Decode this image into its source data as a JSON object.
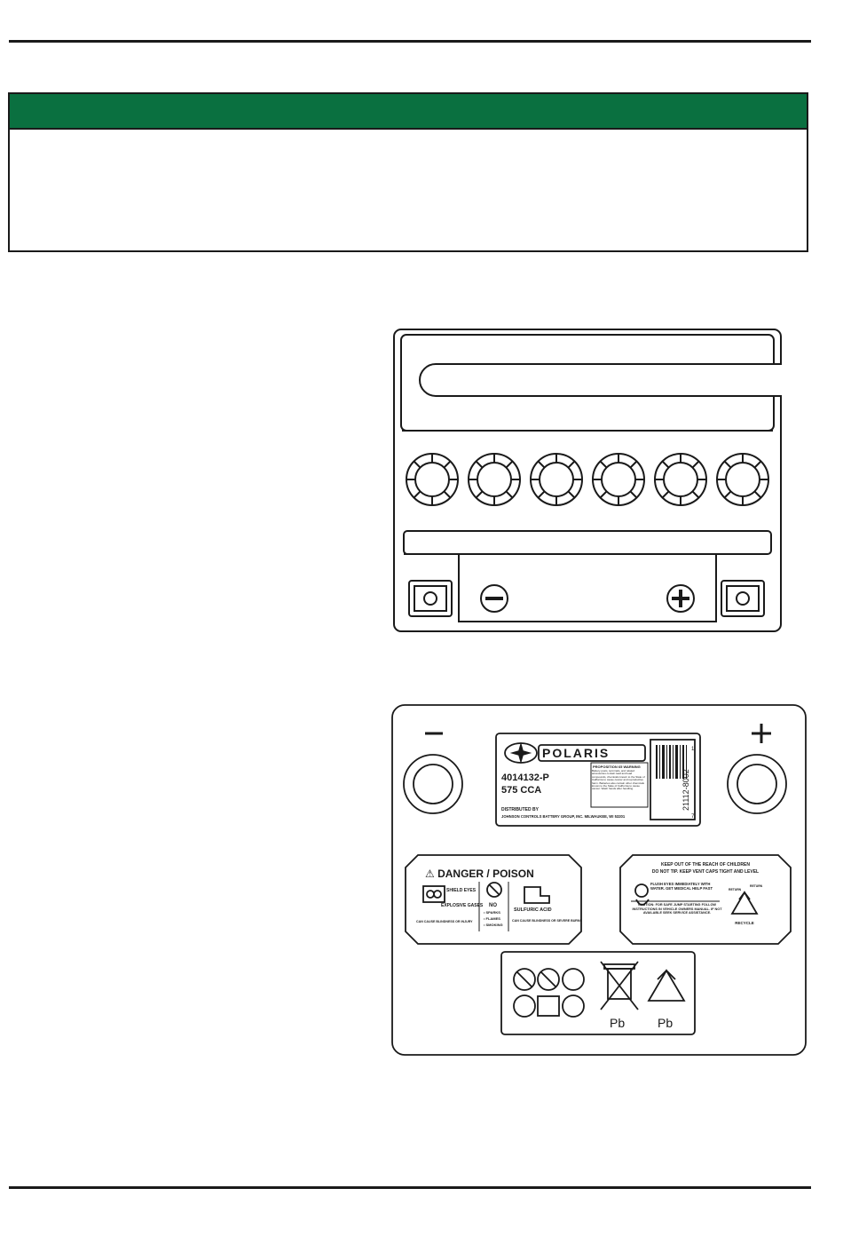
{
  "colors": {
    "notice_header": "#0a7040",
    "line": "#1a1a1a"
  },
  "notice": {
    "title": "",
    "body": ""
  },
  "battery_top_view": {
    "terminal_negative_symbol": "−",
    "terminal_positive_symbol": "+",
    "vent_cap_count": 6
  },
  "battery_label_view": {
    "negative_mark": "—",
    "positive_mark": "+",
    "brand_label": {
      "brand": "POLARIS",
      "part_number": "4014132-P",
      "cca": "575 CCA",
      "distributor_line1": "DISTRIBUTED BY",
      "distributor_line2": "JOHNSON CONTROLS BATTERY GROUP, INC. MILWAUKEE, WI 53201",
      "prop65_title": "PROPOSITION 65 WARNING",
      "prop65_text": "Battery posts, terminals, and related accessories contain lead and lead compounds, chemicals known to the State of California to cause cancer and reproductive harm. Batteries also contain other chemicals known to the State of California to cause cancer. Wash hands after handling.",
      "barcode_text": "21112-8002",
      "barcode_digit_top": "1",
      "barcode_digit_bottom": "7"
    },
    "danger_label": {
      "title": "⚠ DANGER / POISON",
      "shield_eyes": "SHIELD EYES",
      "explosive_gases": "EXPLOSIVE GASES",
      "blindness_injury": "CAN CAUSE BLINDNESS OR INJURY",
      "no": "NO",
      "sparks": "• SPARKS",
      "flames": "• FLAMES",
      "smoking": "• SMOKING",
      "sulfuric_acid": "SULFURIC ACID",
      "acid_burns": "CAN CAUSE BLINDNESS OR SEVERE BURNS"
    },
    "children_label": {
      "line1": "KEEP OUT OF THE REACH OF CHILDREN",
      "line2": "DO NOT TIP. KEEP VENT CAPS TIGHT AND LEVEL",
      "flush_eyes": "FLUSH EYES IMMEDIATELY WITH WATER. GET MEDICAL HELP FAST",
      "caution": "CAUTION: FOR SAFE JUMP STARTING FOLLOW INSTRUCTIONS IN VEHICLE OWNERS MANUAL. IF NOT AVAILABLE SEEK SERVICE ASSISTANCE.",
      "recycle": "RECYCLE",
      "return_left": "RETURN",
      "return_right": "RETURN"
    },
    "recycle_label": {
      "pb_left": "Pb",
      "pb_right": "Pb"
    }
  }
}
